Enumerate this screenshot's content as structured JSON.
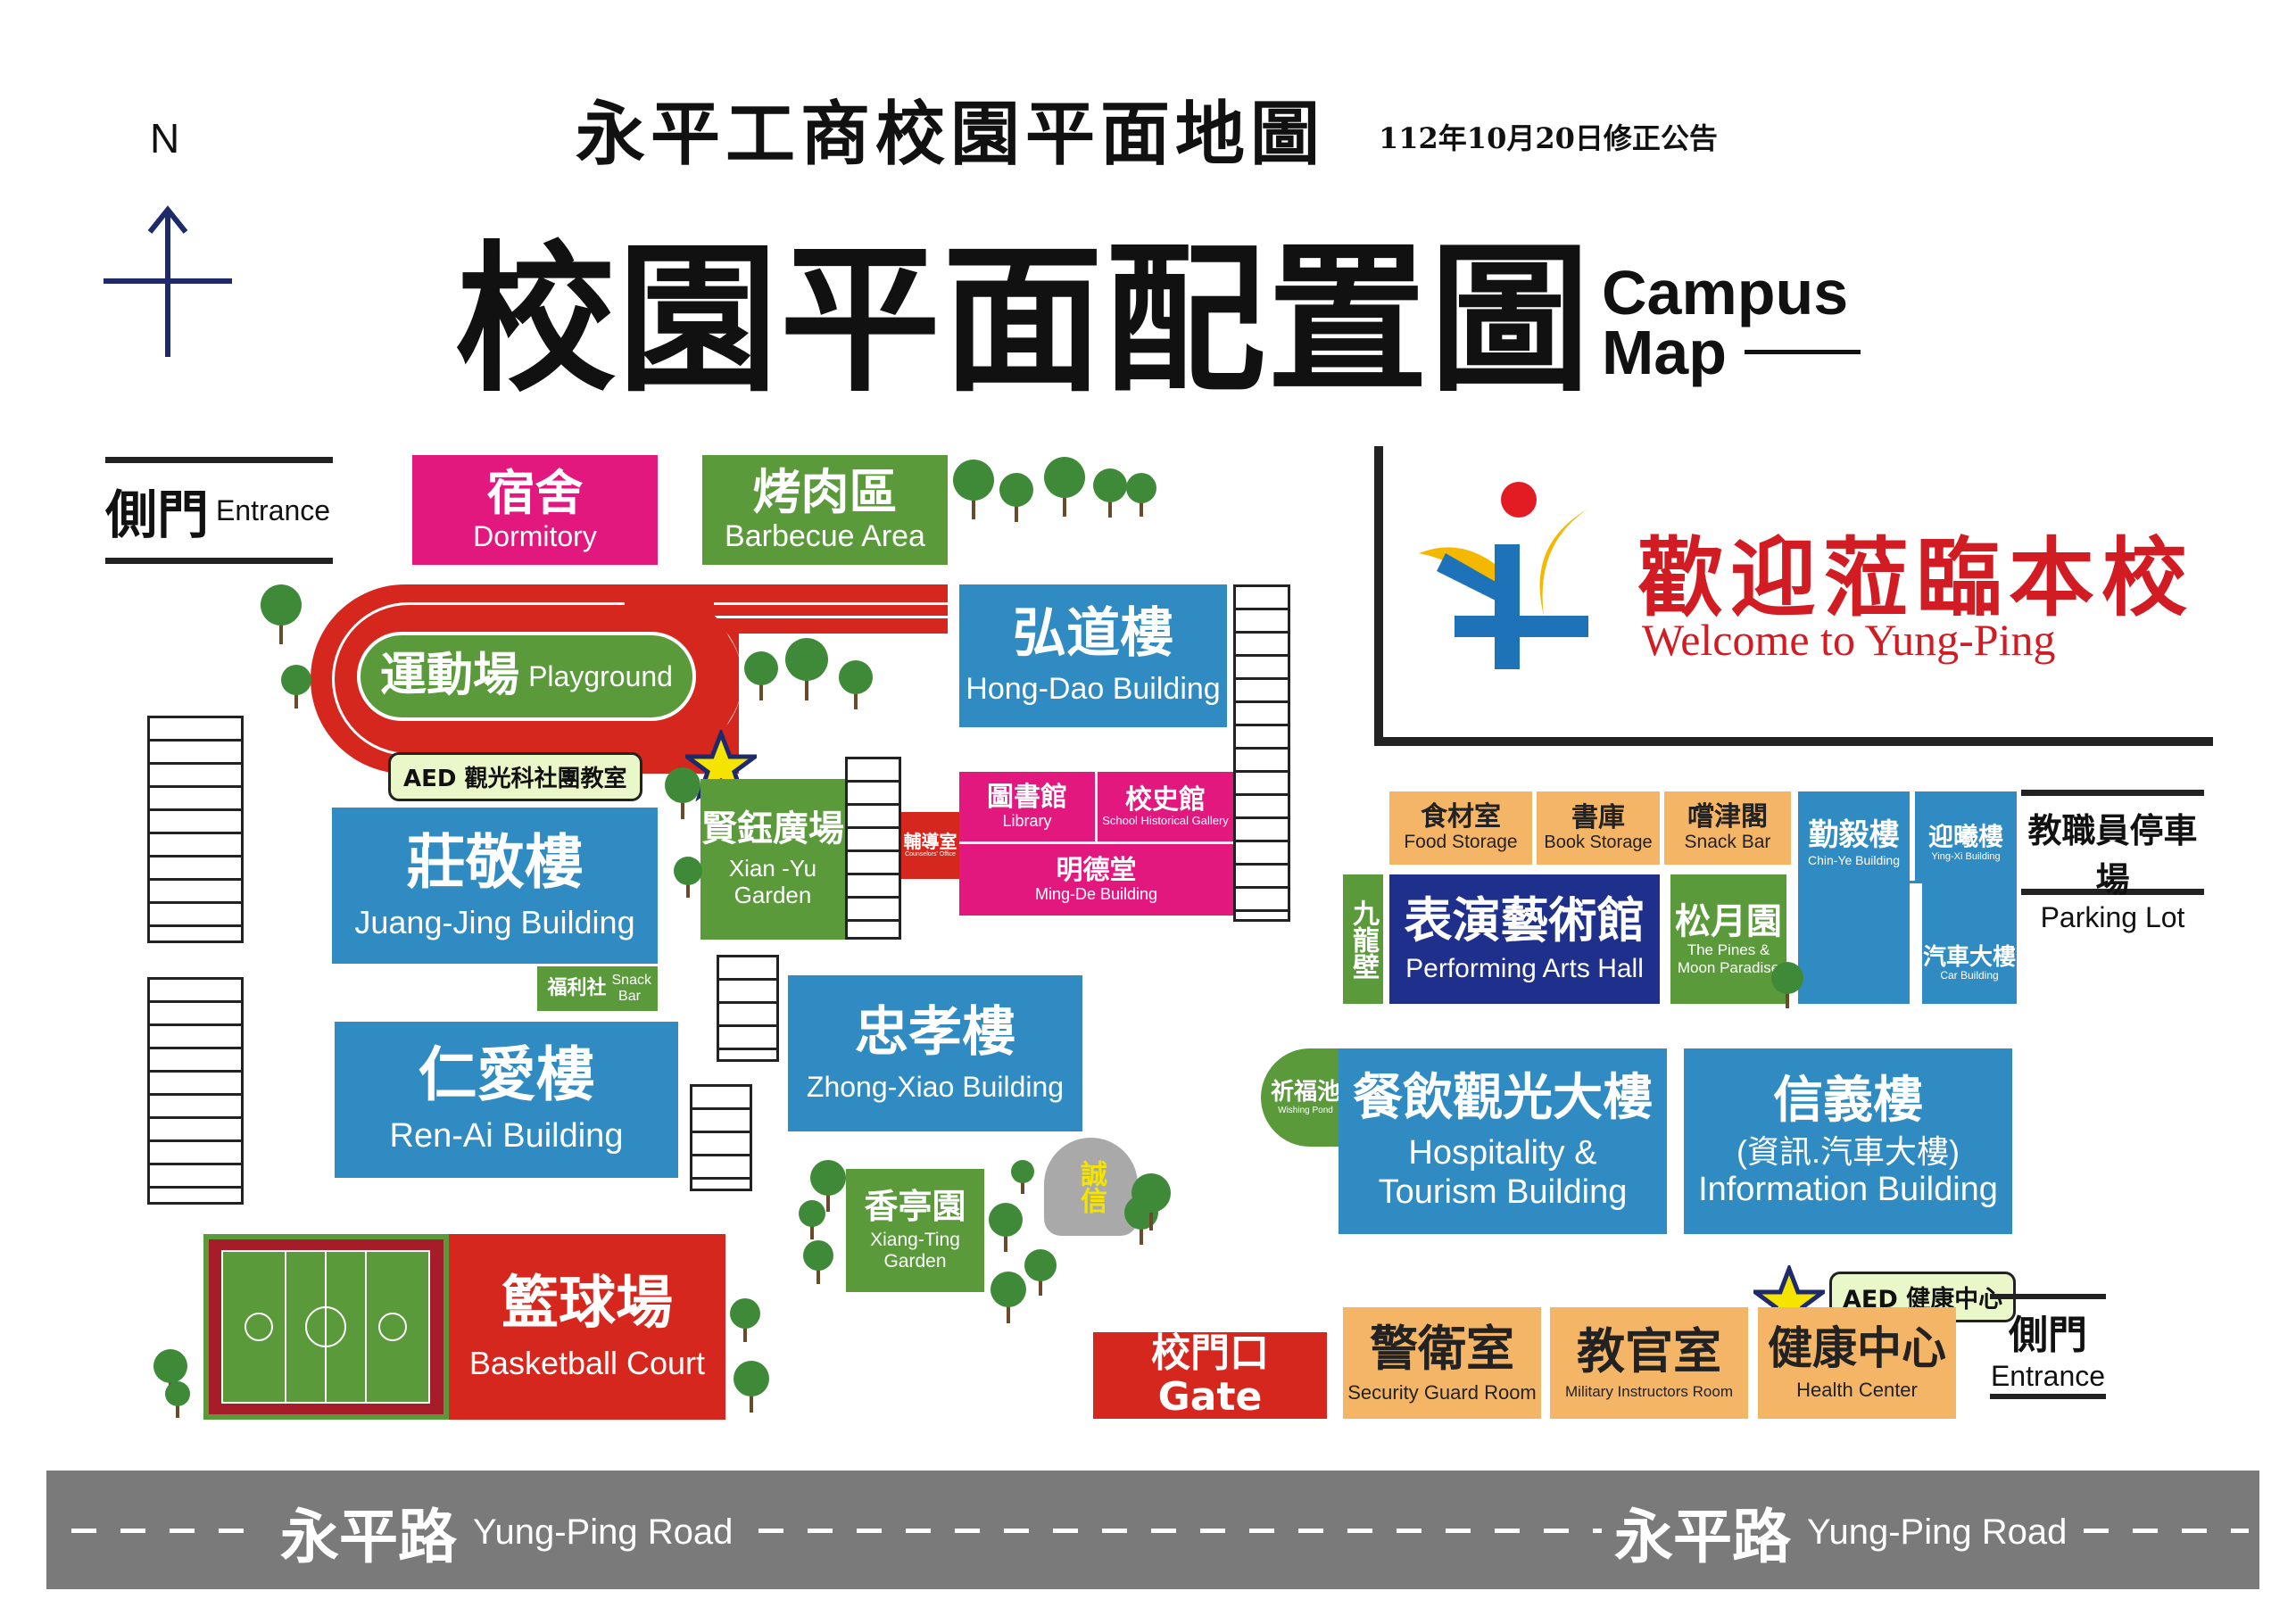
{
  "header": {
    "title": "永平工商校園平面地圖",
    "date_note": "112年10月20日修正公告",
    "big_title": "校園平面配置圖",
    "campus_map_en_1": "Campus",
    "campus_map_en_2": "Map"
  },
  "compass": {
    "north_label": "N"
  },
  "welcome": {
    "zh": "歡迎蒞臨本校",
    "en": "Welcome to Yung-Ping"
  },
  "side_gate_left": {
    "zh": "側門",
    "en": "Entrance"
  },
  "side_gate_right": {
    "zh": "側門",
    "en": "Entrance"
  },
  "buildings": {
    "dormitory": {
      "zh": "宿舍",
      "en": "Dormitory"
    },
    "bbq": {
      "zh": "烤肉區",
      "en": "Barbecue Area"
    },
    "hongdao": {
      "zh": "弘道樓",
      "en": "Hong-Dao Building"
    },
    "playground": {
      "zh": "運動場",
      "en": "Playground"
    },
    "aed1": "AED 觀光科社團教室",
    "juangjing": {
      "zh": "莊敬樓",
      "en": "Juang-Jing Building"
    },
    "snack_left": {
      "zh": "福利社",
      "en": "Snack Bar"
    },
    "xianyu": {
      "zh": "賢鈺廣場",
      "en1": "Xian -Yu",
      "en2": "Garden"
    },
    "counselors": {
      "zh": "輔導室",
      "en": "Counselors' Office"
    },
    "library": {
      "zh": "圖書館",
      "en": "Library"
    },
    "history": {
      "zh": "校史館",
      "en": "School Historical Gallery"
    },
    "mingde": {
      "zh": "明德堂",
      "en": "Ming-De Building"
    },
    "renai": {
      "zh": "仁愛樓",
      "en": "Ren-Ai Building"
    },
    "zhongxiao": {
      "zh": "忠孝樓",
      "en": "Zhong-Xiao Building"
    },
    "xiangting": {
      "zh": "香亭園",
      "en1": "Xiang-Ting",
      "en2": "Garden"
    },
    "chengxin": "誠信",
    "basketball": {
      "zh": "籃球場",
      "en": "Basketball Court"
    },
    "gate": "校門口 Gate",
    "food_storage": {
      "zh": "食材室",
      "en": "Food Storage"
    },
    "book_storage": {
      "zh": "書庫",
      "en": "Book Storage"
    },
    "snack_right": {
      "zh": "嚐津閣",
      "en": "Snack Bar"
    },
    "chinye": {
      "zh": "勤毅樓",
      "en": "Chin-Ye Building"
    },
    "yingxi": {
      "zh": "迎曦樓",
      "en": "Ying-Xi Building"
    },
    "parking": {
      "zh": "教職員停車場",
      "en": "Parking Lot"
    },
    "jiulong": "九龍壁",
    "performing": {
      "zh": "表演藝術館",
      "en": "Performing Arts Hall"
    },
    "pines": {
      "zh": "松月園",
      "en1": "The Pines &",
      "en2": "Moon Paradise"
    },
    "car": {
      "zh": "汽車大樓",
      "en": "Car Building"
    },
    "wishing": {
      "zh": "祈福池",
      "en": "Wishing Pond"
    },
    "hospitality": {
      "zh": "餐飲觀光大樓",
      "en1": "Hospitality &",
      "en2": "Tourism Building"
    },
    "xinyi": {
      "zh": "信義樓",
      "sub": "(資訊.汽車大樓)",
      "en": "Information Building"
    },
    "aed2": "AED 健康中心",
    "guard": {
      "zh": "警衛室",
      "en": "Security Guard Room"
    },
    "military": {
      "zh": "教官室",
      "en": "Military Instructors Room"
    },
    "health": {
      "zh": "健康中心",
      "en": "Health Center"
    }
  },
  "road": {
    "left_zh": "永平路",
    "left_en": "Yung-Ping Road",
    "right_zh": "永平路",
    "right_en": "Yung-Ping Road"
  },
  "colors": {
    "blue": "#2f8bc1",
    "green": "#5a9a3b",
    "pink": "#e3187f",
    "red": "#d5271d",
    "orange": "#f5b566",
    "navy": "#1f2f8c",
    "road": "#7a7a7a"
  }
}
